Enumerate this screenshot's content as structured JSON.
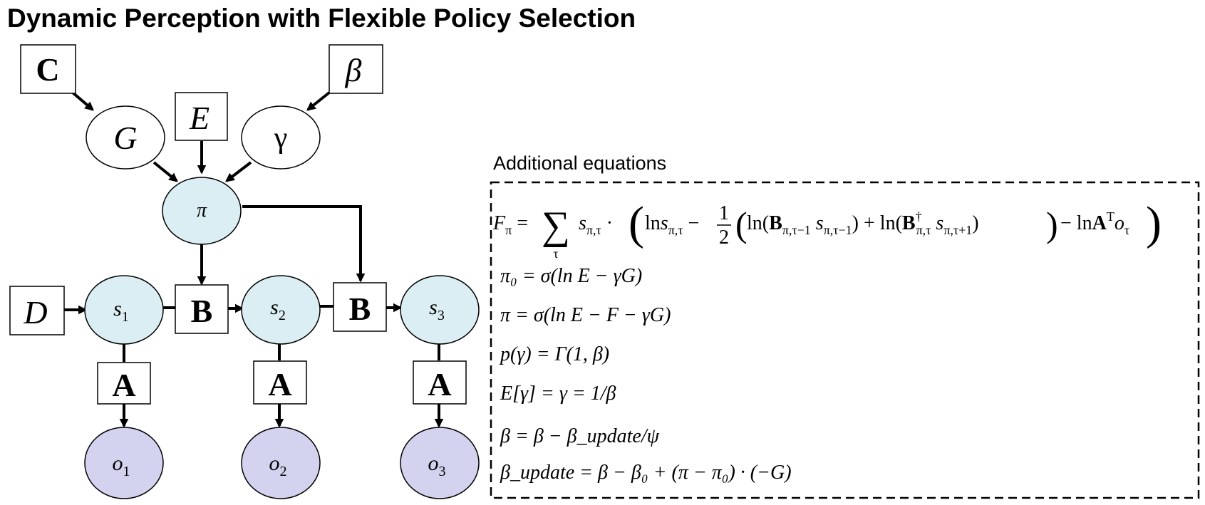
{
  "title": "Dynamic Perception with Flexible Policy Selection",
  "equations_heading": "Additional equations",
  "boxes": {
    "C": "C",
    "beta": "β",
    "E": "E",
    "D": "D",
    "B1": "B",
    "B2": "B",
    "A1": "A",
    "A2": "A",
    "A3": "A"
  },
  "nodes": {
    "G": "G",
    "gamma": "γ",
    "pi": "π",
    "s1": {
      "base": "s",
      "sub": "1"
    },
    "s2": {
      "base": "s",
      "sub": "2"
    },
    "s3": {
      "base": "s",
      "sub": "3"
    },
    "o1": {
      "base": "o",
      "sub": "1"
    },
    "o2": {
      "base": "o",
      "sub": "2"
    },
    "o3": {
      "base": "o",
      "sub": "3"
    }
  },
  "equations": {
    "f_pi": {
      "lhs": "F",
      "lhs_sub": "π",
      "sum_sub": "τ",
      "term1": "s",
      "term1_sub": "π,τ",
      "ln_s": "ln",
      "ln_s_sub": "π,τ",
      "half_num": "1",
      "half_den": "2",
      "b_sub": "π,τ−1",
      "s_prev_sub": "π,τ−1",
      "bdag_sup": "†",
      "bdag_sub": "π,τ",
      "s_next_sub": "π,τ+1",
      "a_sup": "T",
      "o_sub": "τ"
    },
    "line2": "π₀ = σ(ln E − γG)",
    "line3": "π = σ(ln E − F − γG)",
    "line4": "p(γ) =  Γ(1, β)",
    "line5": "E[γ] = γ =  1/β",
    "line6": "β = β − β_update/ψ",
    "line7": "β_update = β − β₀ + (π − π₀) · (−G)"
  },
  "colors": {
    "state_fill": "#daeef3",
    "obs_fill": "#d3d3f0",
    "prior_fill": "#ffffff"
  }
}
